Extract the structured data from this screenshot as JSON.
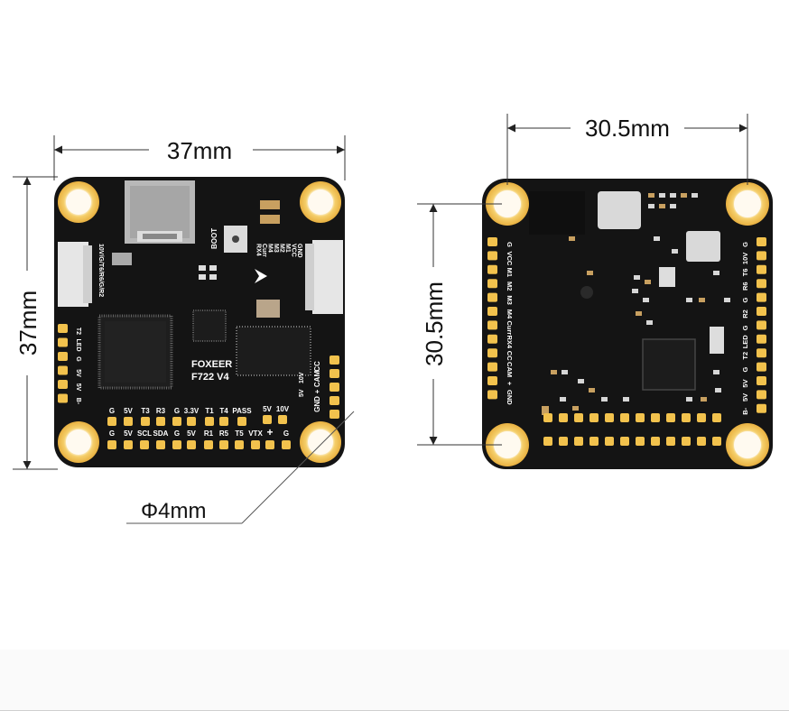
{
  "dimensions": {
    "left_width": "37mm",
    "left_height": "37mm",
    "right_width": "30.5mm",
    "right_height": "30.5mm",
    "hole_diameter": "Φ4mm"
  },
  "board_front": {
    "brand": "FOXEER",
    "model": "F722 V4",
    "boot": "BOOT",
    "left_connector_label": "10V/G/T6/R6/G/R2",
    "right_connector_labels": [
      "GND",
      "VCC",
      "M1",
      "M2",
      "M3",
      "M4",
      "Curr",
      "RX4"
    ],
    "left_pads": [
      "T2",
      "LED",
      "G",
      "5V",
      "5V",
      "B-"
    ],
    "top_row": [
      "G",
      "5V",
      "T3",
      "R3",
      "G",
      "3.3V",
      "T1",
      "T4",
      "PASS"
    ],
    "bottom_row": [
      "G",
      "5V",
      "SCL",
      "SDA",
      "G",
      "5V",
      "R1",
      "R5",
      "T5",
      "VTX",
      "+",
      "G"
    ],
    "right_pads": [
      "CC",
      "CAM",
      "+",
      "GND"
    ],
    "small_labels": [
      "5V",
      "10V"
    ],
    "vtx_power": [
      "5V",
      "10V"
    ]
  },
  "board_back": {
    "left_labels": [
      "G",
      "VCC",
      "M1",
      "M2",
      "M3",
      "M4",
      "Curr",
      "RX4",
      "CC",
      "CAM",
      "+",
      "GND"
    ],
    "right_labels": [
      "G",
      "10V",
      "T6",
      "R6",
      "G",
      "R2",
      "G",
      "LED",
      "T2",
      "G",
      "5V",
      "5V",
      "B-"
    ]
  },
  "colors": {
    "pcb": "#141414",
    "gold": "#f2c24d",
    "gold_inner": "#fff6df",
    "chip": "#1c1c1c"
  }
}
